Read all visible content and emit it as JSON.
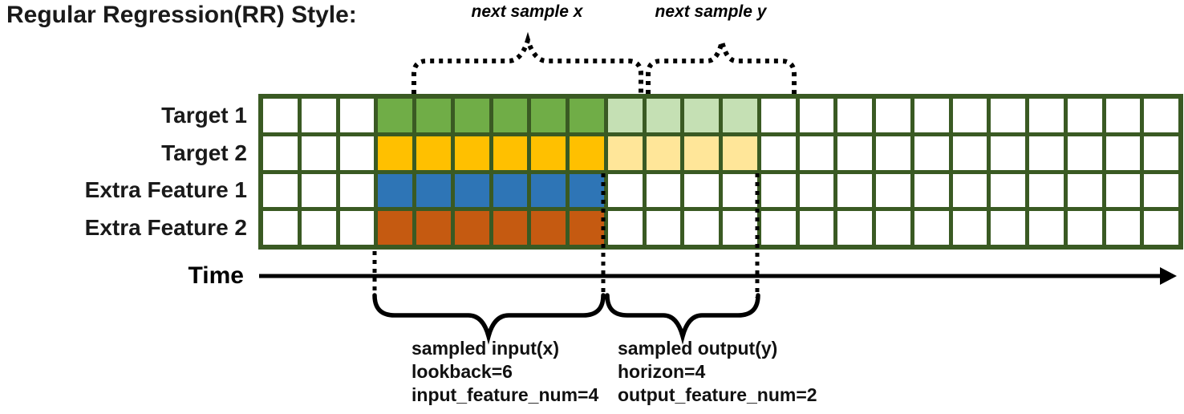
{
  "title": "Regular Regression(RR) Style:",
  "top_annotations": {
    "next_sample_x": "next sample x",
    "next_sample_y": "next sample y"
  },
  "time_axis": {
    "label": "Time"
  },
  "grid": {
    "columns": 24,
    "rows": [
      {
        "label": "Target 1",
        "segments": [
          {
            "count": 3,
            "color": "#ffffff",
            "role": "blank"
          },
          {
            "count": 6,
            "color": "#70ad47",
            "role": "input"
          },
          {
            "count": 4,
            "color": "#c5e0b4",
            "role": "output"
          },
          {
            "count": 11,
            "color": "#ffffff",
            "role": "blank"
          }
        ]
      },
      {
        "label": "Target 2",
        "segments": [
          {
            "count": 3,
            "color": "#ffffff",
            "role": "blank"
          },
          {
            "count": 6,
            "color": "#ffc000",
            "role": "input"
          },
          {
            "count": 4,
            "color": "#ffe699",
            "role": "output"
          },
          {
            "count": 11,
            "color": "#ffffff",
            "role": "blank"
          }
        ]
      },
      {
        "label": "Extra Feature 1",
        "segments": [
          {
            "count": 3,
            "color": "#ffffff",
            "role": "blank"
          },
          {
            "count": 6,
            "color": "#2e75b6",
            "role": "input"
          },
          {
            "count": 15,
            "color": "#ffffff",
            "role": "blank"
          }
        ]
      },
      {
        "label": "Extra Feature 2",
        "segments": [
          {
            "count": 3,
            "color": "#ffffff",
            "role": "blank"
          },
          {
            "count": 6,
            "color": "#c55a11",
            "role": "input"
          },
          {
            "count": 15,
            "color": "#ffffff",
            "role": "blank"
          }
        ]
      }
    ]
  },
  "colors": {
    "grid_line": "#3a5a23",
    "target1_input": "#70ad47",
    "target1_output": "#c5e0b4",
    "target2_input": "#ffc000",
    "target2_output": "#ffe699",
    "extra_feature1_input": "#2e75b6",
    "extra_feature2_input": "#c55a11",
    "annotation": "#000000"
  },
  "bottom_annotations": {
    "input": {
      "lines": [
        "sampled input(x)",
        "lookback=6",
        "input_feature_num=4"
      ]
    },
    "output": {
      "lines": [
        "sampled output(y)",
        "horizon=4",
        "output_feature_num=2"
      ]
    }
  },
  "parameters": {
    "lookback": 6,
    "horizon": 4,
    "input_feature_num": 4,
    "output_feature_num": 2
  }
}
